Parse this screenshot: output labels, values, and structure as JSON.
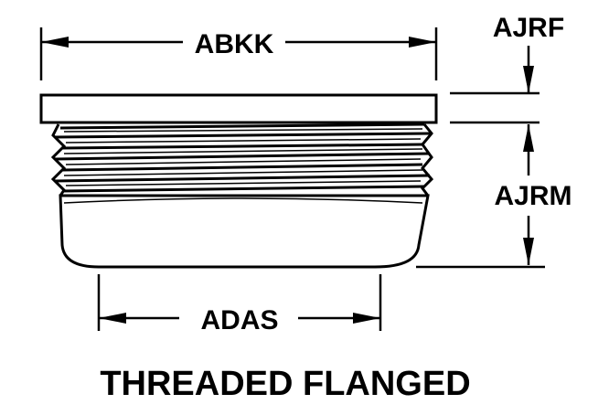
{
  "labels": {
    "width_overall": "ABKK",
    "flange_thickness": "AJRF",
    "body_height": "AJRM",
    "bottom_width": "ADAS"
  },
  "caption": "THREADED FLANGED",
  "colors": {
    "ink": "#000000",
    "background": "#ffffff"
  }
}
